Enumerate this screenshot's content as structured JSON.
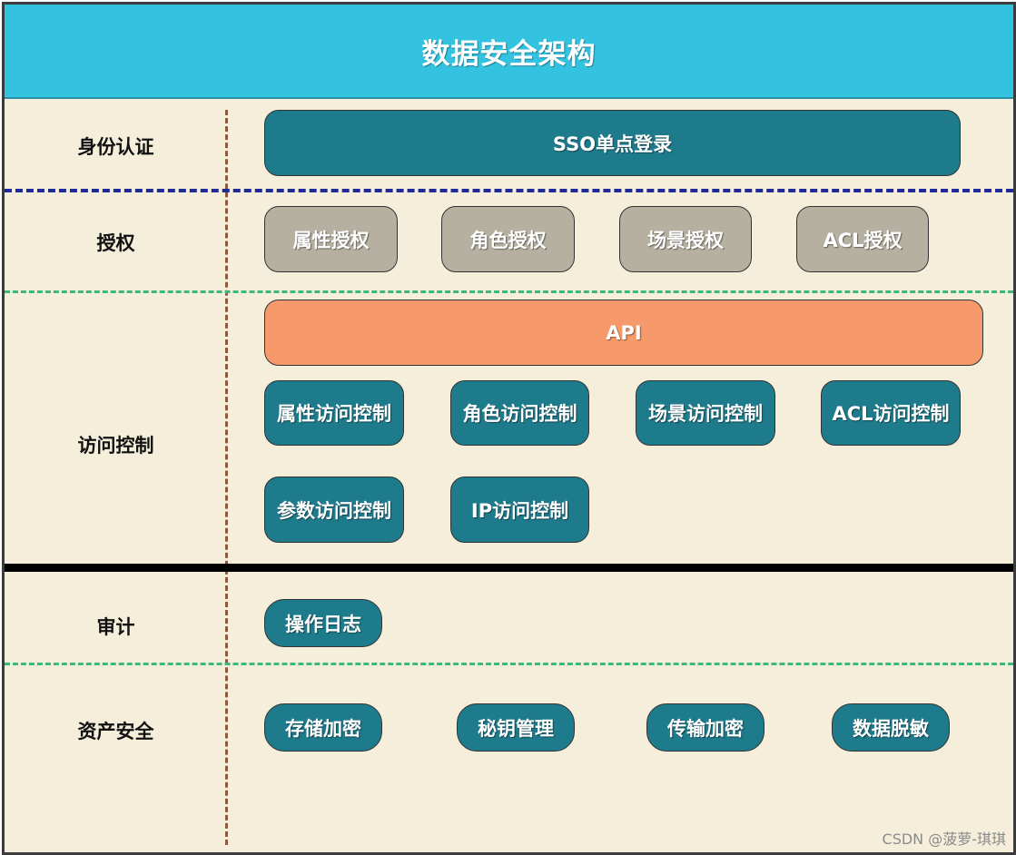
{
  "title": "数据安全架构",
  "rows": {
    "identity": "身份认证",
    "authorization": "授权",
    "access_control": "访问控制",
    "audit": "审计",
    "asset_security": "资产安全"
  },
  "identity_boxes": [
    "SSO单点登录"
  ],
  "authorization_boxes": [
    "属性授权",
    "角色授权",
    "场景授权",
    "ACL授权"
  ],
  "access": {
    "api": "API",
    "controls_row1": [
      "属性访问控制",
      "角色访问控制",
      "场景访问控制",
      "ACL访问控制"
    ],
    "controls_row2": [
      "参数访问控制",
      "IP访问控制"
    ]
  },
  "audit_boxes": [
    "操作日志"
  ],
  "asset_boxes": [
    "存储加密",
    "秘钥管理",
    "传输加密",
    "数据脱敏"
  ],
  "watermark": "CSDN @菠萝-琪琪",
  "colors": {
    "title_bg": "#33c3e1",
    "panel_bg": "#f4eedb",
    "teal": "#1e7b8c",
    "gray": "#b5b0a0",
    "orange": "#f69a6b",
    "vertical_divider": "#8b5a3c",
    "navy_divider": "#1e2a9a",
    "green_divider": "#3cb878"
  }
}
